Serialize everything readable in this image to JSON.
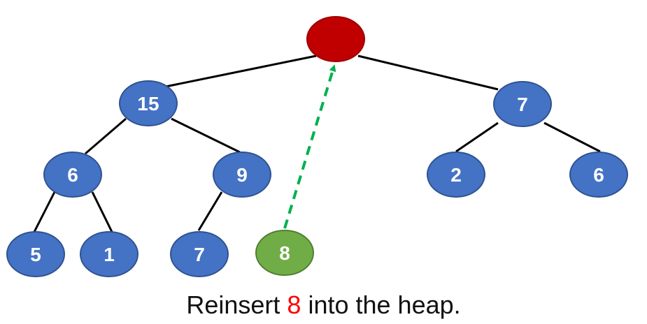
{
  "colors": {
    "node_fill": "#4472c4",
    "node_stroke": "#2f528f",
    "root_fill": "#c00000",
    "root_stroke": "#9e0000",
    "moving_fill": "#70ad47",
    "moving_stroke": "#507e32",
    "arrow": "#00b050",
    "caption_highlight": "#ff0000"
  },
  "nodes": {
    "root": "",
    "n15": "15",
    "n7_right": "7",
    "n6_left": "6",
    "n9": "9",
    "n2": "2",
    "n6_right": "6",
    "n5": "5",
    "n1": "1",
    "n7_left": "7",
    "n8": "8"
  },
  "caption": {
    "before": "Reinsert ",
    "highlight": "8",
    "after": " into the heap."
  }
}
